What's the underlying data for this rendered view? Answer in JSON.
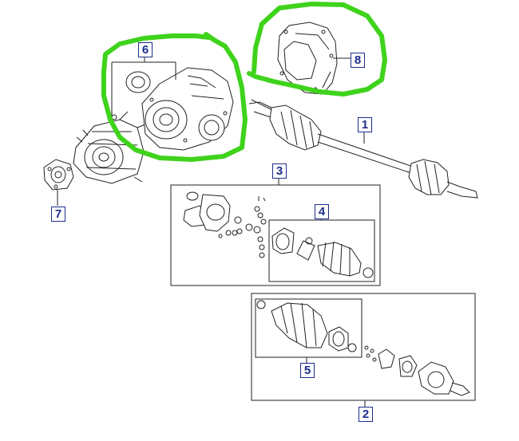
{
  "callouts": [
    {
      "id": "1",
      "label": "1"
    },
    {
      "id": "2",
      "label": "2"
    },
    {
      "id": "3",
      "label": "3"
    },
    {
      "id": "4",
      "label": "4"
    },
    {
      "id": "5",
      "label": "5"
    },
    {
      "id": "6",
      "label": "6"
    },
    {
      "id": "7",
      "label": "7"
    },
    {
      "id": "8",
      "label": "8"
    }
  ],
  "colors": {
    "highlight": "#3fd31c",
    "callout": "#1c2d8c",
    "line": "#222222"
  }
}
